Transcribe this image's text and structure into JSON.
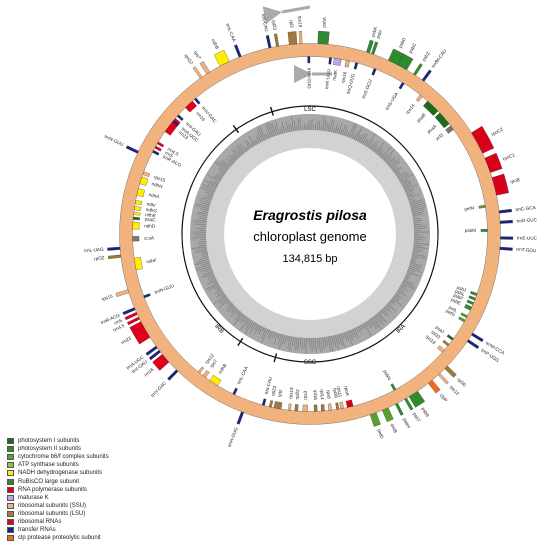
{
  "title": "Eragrostis pilosa",
  "subtitle": "chloroplast genome",
  "size": "134,815 bp",
  "regions": [
    "LSC",
    "IRB",
    "SSC",
    "IRA"
  ],
  "legend": [
    {
      "label": "photosystem I subunits",
      "color": "#1a6b1a"
    },
    {
      "label": "photosystem II subunits",
      "color": "#2e8b2e"
    },
    {
      "label": "cytochrome b6/f complex subunits",
      "color": "#5aa02c"
    },
    {
      "label": "ATP synthase subunits",
      "color": "#8cc43f"
    },
    {
      "label": "NADH dehydrogenase subunits",
      "color": "#ffee00"
    },
    {
      "label": "RuBisCO large subunit",
      "color": "#3f7f1f"
    },
    {
      "label": "RNA polymerase subunits",
      "color": "#d9001b"
    },
    {
      "label": "maturase K",
      "color": "#b8a9e0"
    },
    {
      "label": "ribosomal subunits (SSU)",
      "color": "#f2b27e"
    },
    {
      "label": "ribosomal subunits (LSU)",
      "color": "#a07a3c"
    },
    {
      "label": "ribosomal RNAs",
      "color": "#e0001e"
    },
    {
      "label": "transfer RNAs",
      "color": "#1a237e"
    },
    {
      "label": "clp protease proteolytic subunit",
      "color": "#f26a1b"
    }
  ],
  "genes": [
    {
      "name": "psbA",
      "a": 3,
      "w": 4,
      "c": "#2e8b2e",
      "out": true
    },
    {
      "name": "trnK-UUU",
      "a": 8,
      "w": 1,
      "c": "#1a237e",
      "out": false
    },
    {
      "name": "matK",
      "a": 10,
      "w": 3,
      "c": "#b8a9e0",
      "out": false
    },
    {
      "name": "rps16",
      "a": 15,
      "w": 1.5,
      "c": "#f2b27e",
      "out": false
    },
    {
      "name": "trnQ-UUG",
      "a": 19,
      "w": 1,
      "c": "#1a237e",
      "out": false
    },
    {
      "name": "psbK",
      "a": 22,
      "w": 1.3,
      "c": "#2e8b2e",
      "out": true
    },
    {
      "name": "psbI",
      "a": 24,
      "w": 1,
      "c": "#2e8b2e",
      "out": true
    },
    {
      "name": "trnS-GCU",
      "a": 27,
      "w": 1,
      "c": "#1a237e",
      "out": false
    },
    {
      "name": "psbD",
      "a": 31,
      "w": 4,
      "c": "#2e8b2e",
      "out": true
    },
    {
      "name": "psbC",
      "a": 35,
      "w": 4,
      "c": "#2e8b2e",
      "out": true
    },
    {
      "name": "trnS-UGA",
      "a": 40,
      "w": 1,
      "c": "#1a237e",
      "out": false
    },
    {
      "name": "psbZ",
      "a": 42,
      "w": 1,
      "c": "#2e8b2e",
      "out": true
    },
    {
      "name": "trnfM-CAU",
      "a": 46,
      "w": 1,
      "c": "#1a237e",
      "out": true
    },
    {
      "name": "rps14",
      "a": 49,
      "w": 1.3,
      "c": "#f2b27e",
      "out": false
    },
    {
      "name": "psaB",
      "a": 53,
      "w": 6,
      "c": "#1a6b1a",
      "out": false
    },
    {
      "name": "psaA",
      "a": 60,
      "w": 6,
      "c": "#1a6b1a",
      "out": false
    },
    {
      "name": "ycf3",
      "a": 67,
      "w": 2,
      "c": "#777777",
      "out": false
    },
    {
      "name": "rpoC2",
      "a": 74,
      "w": 9,
      "c": "#d9001b",
      "out": true
    },
    {
      "name": "rpoC1",
      "a": 85,
      "w": 6,
      "c": "#d9001b",
      "out": true
    },
    {
      "name": "rpoB",
      "a": 93,
      "w": 7,
      "c": "#d9001b",
      "out": true
    },
    {
      "name": "petN",
      "a": 103,
      "w": 1,
      "c": "#5aa02c",
      "out": false
    },
    {
      "name": "trnC-GCA",
      "a": 106,
      "w": 1,
      "c": "#1a237e",
      "out": true
    },
    {
      "name": "trnD-GUC",
      "a": 110,
      "w": 1,
      "c": "#1a237e",
      "out": true
    },
    {
      "name": "psbM",
      "a": 113,
      "w": 1,
      "c": "#2e8b2e",
      "out": false
    },
    {
      "name": "trnE-UUC",
      "a": 116,
      "w": 1,
      "c": "#1a237e",
      "out": true
    },
    {
      "name": "trnT-GGU",
      "a": 120,
      "w": 1,
      "c": "#1a237e",
      "out": true
    },
    {
      "name": "psbJ",
      "a": 140,
      "w": 1,
      "c": "#2e8b2e",
      "out": false
    },
    {
      "name": "psbL",
      "a": 142,
      "w": 1,
      "c": "#2e8b2e",
      "out": false
    },
    {
      "name": "psbF",
      "a": 144,
      "w": 1,
      "c": "#2e8b2e",
      "out": false
    },
    {
      "name": "psbE",
      "a": 146,
      "w": 1.5,
      "c": "#2e8b2e",
      "out": false
    },
    {
      "name": "petL",
      "a": 150,
      "w": 1,
      "c": "#5aa02c",
      "out": false
    },
    {
      "name": "petG",
      "a": 152,
      "w": 1,
      "c": "#5aa02c",
      "out": false
    },
    {
      "name": "trnW-CCA",
      "a": 155,
      "w": 1,
      "c": "#1a237e",
      "out": true
    },
    {
      "name": "trnP-UGG",
      "a": 158,
      "w": 1,
      "c": "#1a237e",
      "out": true
    },
    {
      "name": "psaJ",
      "a": 161,
      "w": 1,
      "c": "#1a6b1a",
      "out": false
    },
    {
      "name": "rpl33",
      "a": 164,
      "w": 1,
      "c": "#a07a3c",
      "out": false
    },
    {
      "name": "rps18",
      "a": 167,
      "w": 1.5,
      "c": "#f2b27e",
      "out": false
    },
    {
      "name": "rpl20",
      "a": 171,
      "w": 1.5,
      "c": "#a07a3c",
      "out": true
    },
    {
      "name": "rps12",
      "a": 175,
      "w": 1,
      "c": "#f2b27e",
      "out": true
    },
    {
      "name": "clpP",
      "a": 179,
      "w": 2,
      "c": "#f26a1b",
      "out": true
    },
    {
      "name": "psbB",
      "a": 186,
      "w": 4,
      "c": "#2e8b2e",
      "out": true
    },
    {
      "name": "psbT",
      "a": 191,
      "w": 1,
      "c": "#2e8b2e",
      "out": true
    },
    {
      "name": "psbN",
      "a": 193,
      "w": 1,
      "c": "#2e8b2e",
      "out": false
    },
    {
      "name": "psbH",
      "a": 195,
      "w": 1,
      "c": "#2e8b2e",
      "out": true
    },
    {
      "name": "petB",
      "a": 199,
      "w": 2.5,
      "c": "#5aa02c",
      "out": true
    },
    {
      "name": "petD",
      "a": 204,
      "w": 2.5,
      "c": "#5aa02c",
      "out": true
    },
    {
      "name": "rpoA",
      "a": 212,
      "w": 2.5,
      "c": "#d9001b",
      "out": false
    },
    {
      "name": "rps11",
      "a": 216,
      "w": 1.3,
      "c": "#f2b27e",
      "out": false
    },
    {
      "name": "rpl36",
      "a": 218,
      "w": 1,
      "c": "#a07a3c",
      "out": false
    },
    {
      "name": "rps8",
      "a": 221,
      "w": 1.3,
      "c": "#f2b27e",
      "out": false
    },
    {
      "name": "rpl14",
      "a": 224,
      "w": 1.3,
      "c": "#a07a3c",
      "out": false
    },
    {
      "name": "rpl16",
      "a": 227,
      "w": 1.3,
      "c": "#a07a3c",
      "out": false
    },
    {
      "name": "rps3",
      "a": 231,
      "w": 2,
      "c": "#f2b27e",
      "out": false
    },
    {
      "name": "rpl22",
      "a": 235,
      "w": 1.3,
      "c": "#a07a3c",
      "out": false
    },
    {
      "name": "rps19",
      "a": 238,
      "w": 1,
      "c": "#f2b27e",
      "out": false
    },
    {
      "name": "rpl2",
      "a": 242,
      "w": 3,
      "c": "#a07a3c",
      "out": false
    },
    {
      "name": "rpl23",
      "a": 246,
      "w": 1,
      "c": "#a07a3c",
      "out": false
    },
    {
      "name": "trnI-CAU",
      "a": 249,
      "w": 1,
      "c": "#1a237e",
      "out": false
    },
    {
      "name": "trnH-GUG",
      "a": 256,
      "w": 1,
      "c": "#1a237e",
      "out": true
    },
    {
      "name": "trnL-CAA",
      "a": 262,
      "w": 1,
      "c": "#1a237e",
      "out": false
    },
    {
      "name": "ndhB",
      "a": 270,
      "w": 4,
      "c": "#ffee00",
      "out": false
    },
    {
      "name": "rps7",
      "a": 276,
      "w": 1.5,
      "c": "#f2b27e",
      "out": false
    },
    {
      "name": "rps12",
      "a": 279,
      "w": 1,
      "c": "#f2b27e",
      "out": false
    },
    {
      "name": "trnV-GAC",
      "a": 286,
      "w": 1,
      "c": "#1a237e",
      "out": true
    },
    {
      "name": "rrn16",
      "a": 291,
      "w": 4,
      "c": "#e0001e",
      "out": true
    },
    {
      "name": "trnI-GAU",
      "a": 296,
      "w": 1,
      "c": "#1a237e",
      "out": true
    },
    {
      "name": "trnA-UGC",
      "a": 298,
      "w": 1,
      "c": "#1a237e",
      "out": true
    },
    {
      "name": "rrn23",
      "a": 303,
      "w": 7,
      "c": "#e0001e",
      "out": true
    },
    {
      "name": "rrn4.5",
      "a": 311,
      "w": 1,
      "c": "#e0001e",
      "out": true
    },
    {
      "name": "rrn5",
      "a": 313,
      "w": 1,
      "c": "#e0001e",
      "out": true
    },
    {
      "name": "trnR-ACG",
      "a": 315,
      "w": 1,
      "c": "#1a237e",
      "out": true
    },
    {
      "name": "trnN-GUU",
      "a": 318,
      "w": 1,
      "c": "#1a237e",
      "out": false
    },
    {
      "name": "rps15",
      "a": 322,
      "w": 1.3,
      "c": "#f2b27e",
      "out": true
    },
    {
      "name": "ndhF",
      "a": 330,
      "w": 5,
      "c": "#ffee00",
      "out": false
    },
    {
      "name": "rpl32",
      "a": 336,
      "w": 1,
      "c": "#a07a3c",
      "out": true
    },
    {
      "name": "trnL-UAG",
      "a": 339,
      "w": 1,
      "c": "#1a237e",
      "out": true
    },
    {
      "name": "ccsA",
      "a": 342,
      "w": 2,
      "c": "#777777",
      "out": false
    },
    {
      "name": "ndhD",
      "a": 347,
      "w": 3,
      "c": "#ffee00",
      "out": false
    },
    {
      "name": "psaC",
      "a": 351,
      "w": 1,
      "c": "#1a6b1a",
      "out": false
    },
    {
      "name": "ndhE",
      "a": 353,
      "w": 1,
      "c": "#ffee00",
      "out": false
    },
    {
      "name": "ndhG",
      "a": 355,
      "w": 1.5,
      "c": "#ffee00",
      "out": false
    },
    {
      "name": "ndhI",
      "a": 357.5,
      "w": 1.5,
      "c": "#ffee00",
      "out": false
    },
    {
      "name": "ndhA",
      "a": 361,
      "w": 3,
      "c": "#ffee00",
      "out": false
    },
    {
      "name": "ndhH",
      "a": 366,
      "w": 3,
      "c": "#ffee00",
      "out": false
    },
    {
      "name": "rps15",
      "a": 370,
      "w": 1.3,
      "c": "#f2b27e",
      "out": false
    },
    {
      "name": "trnN-GUU",
      "a": 377,
      "w": 1,
      "c": "#1a237e",
      "out": true
    },
    {
      "name": "trnR-ACG",
      "a": 380,
      "w": 1,
      "c": "#1a237e",
      "out": false
    },
    {
      "name": "rrn5",
      "a": 382,
      "w": 1,
      "c": "#e0001e",
      "out": false
    },
    {
      "name": "rrn4.5",
      "a": 384,
      "w": 1,
      "c": "#e0001e",
      "out": false
    },
    {
      "name": "rrn23",
      "a": 390,
      "w": 7,
      "c": "#e0001e",
      "out": false
    },
    {
      "name": "trnA-UGC",
      "a": 395,
      "w": 1,
      "c": "#1a237e",
      "out": false
    },
    {
      "name": "trnI-GAU",
      "a": 398,
      "w": 1,
      "c": "#1a237e",
      "out": false
    },
    {
      "name": "rrn16",
      "a": 403,
      "w": 4,
      "c": "#e0001e",
      "out": false
    },
    {
      "name": "trnV-GAC",
      "a": 408,
      "w": 1,
      "c": "#1a237e",
      "out": false
    },
    {
      "name": "rps12",
      "a": 415,
      "w": 1,
      "c": "#f2b27e",
      "out": true
    },
    {
      "name": "rps7",
      "a": 418,
      "w": 1.5,
      "c": "#f2b27e",
      "out": true
    },
    {
      "name": "ndhB",
      "a": 424,
      "w": 4,
      "c": "#ffee00",
      "out": true
    },
    {
      "name": "trnL-CAA",
      "a": 432,
      "w": 1,
      "c": "#1a237e",
      "out": true
    },
    {
      "name": "trnI-CAU",
      "a": 444,
      "w": 1,
      "c": "#1a237e",
      "out": true
    },
    {
      "name": "rpl23",
      "a": 447,
      "w": 1,
      "c": "#a07a3c",
      "out": true
    },
    {
      "name": "rpl2",
      "a": 452,
      "w": 3,
      "c": "#a07a3c",
      "out": true
    },
    {
      "name": "rps19",
      "a": 456,
      "w": 1,
      "c": "#f2b27e",
      "out": true
    },
    {
      "name": "trnH-GUG",
      "a": 459,
      "w": 1,
      "c": "#1a237e",
      "out": false
    },
    {
      "name": "psbA",
      "a": 363,
      "w": 0,
      "c": "#2e8b2e",
      "out": true
    }
  ]
}
